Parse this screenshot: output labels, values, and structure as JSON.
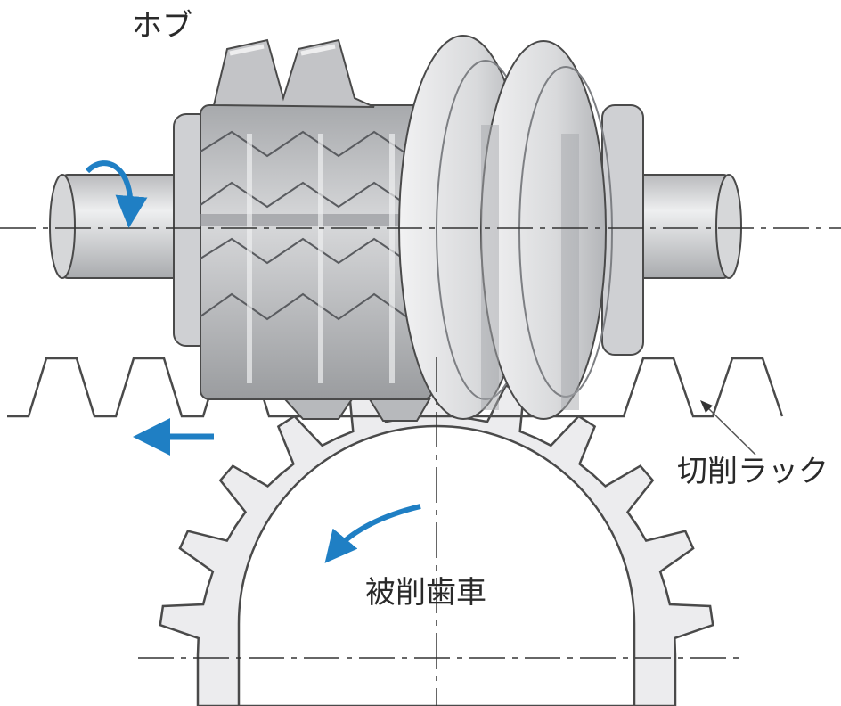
{
  "labels": {
    "hob": "ホブ",
    "cutting_rack": "切削ラック",
    "workpiece_gear": "被削歯車"
  },
  "colors": {
    "outline": "#4a4a4a",
    "gear_fill": "#ececee",
    "hob_body": "#c9cacd",
    "hob_light": "#e3e4e6",
    "hob_dark": "#9fa1a5",
    "arrow": "#1f7fc4",
    "centerline": "#333333"
  },
  "icons": {
    "hob_rotation": "curved-arrow-down-icon",
    "rack_motion": "arrow-left-icon",
    "gear_rotation": "curved-arrow-left-icon"
  }
}
